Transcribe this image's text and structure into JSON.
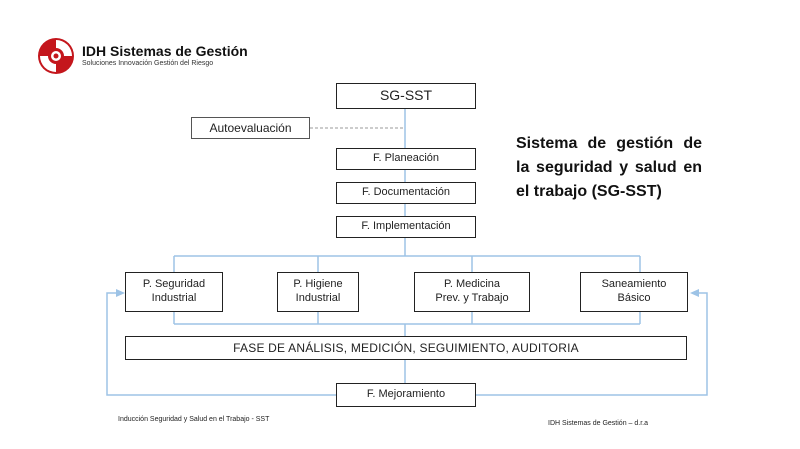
{
  "brand": {
    "name": "IDH Sistemas de Gestión",
    "tagline": "Soluciones Innovación Gestión del Riesgo",
    "color": "#c4161c"
  },
  "diagram": {
    "top": "SG-SST",
    "self_assessment": "Autoevaluación",
    "phases": [
      "F. Planeación",
      "F. Documentación",
      "F. Implementación"
    ],
    "programs": [
      [
        "P. Seguridad",
        "Industrial"
      ],
      [
        "P. Higiene",
        "Industrial"
      ],
      [
        "P. Medicina",
        "Prev. y Trabajo"
      ],
      [
        "Saneamiento",
        "Básico"
      ]
    ],
    "analysis": "FASE DE ANÁLISIS, MEDICIÓN, SEGUIMIENTO, AUDITORIA",
    "improvement": "F. Mejoramiento",
    "connector_color": "#9dc3e6"
  },
  "side_title": "Sistema de gestión de la seguridad y salud en el trabajo (SG-SST)",
  "footer": {
    "left": "Inducción Seguridad y Salud en el Trabajo - SST",
    "right": "IDH Sistemas de Gestión – d.r.a"
  }
}
